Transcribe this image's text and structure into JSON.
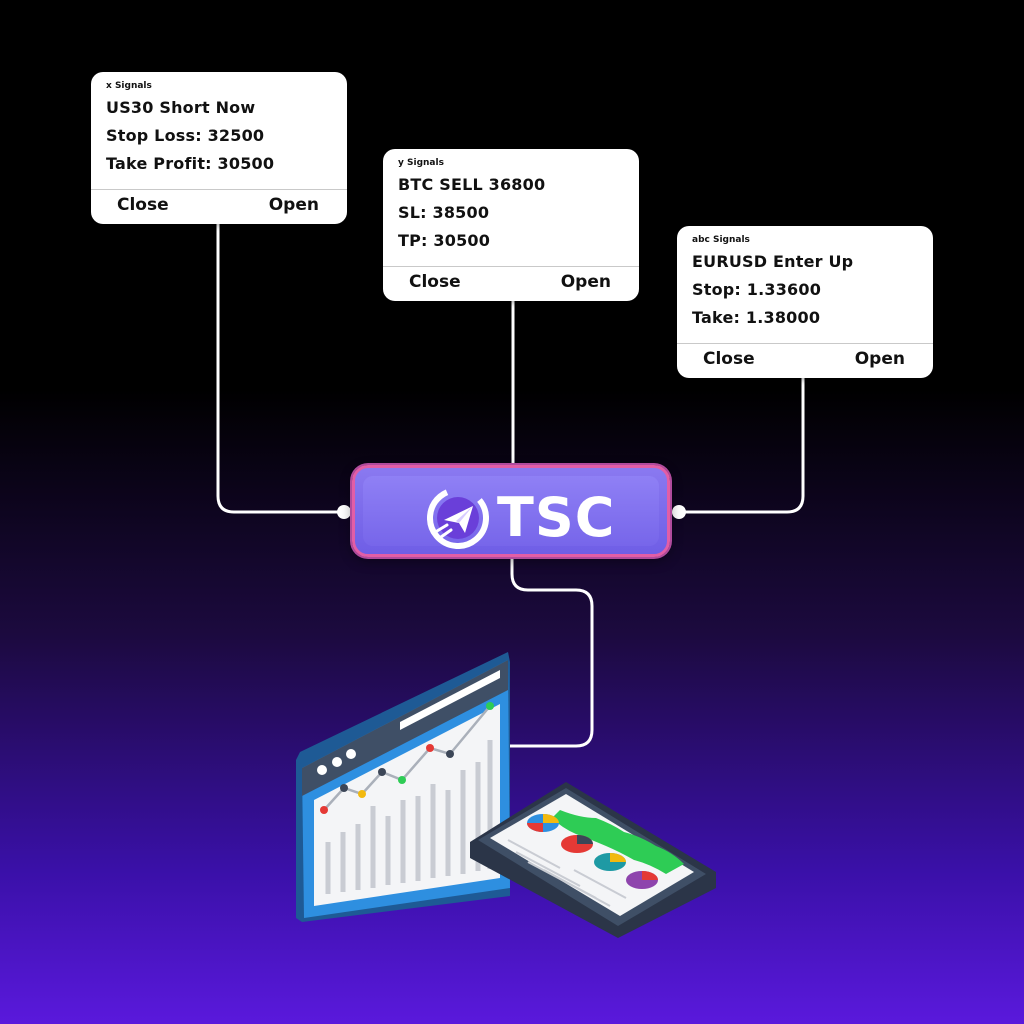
{
  "cards": [
    {
      "source": "x Signals",
      "line1": "US30 Short Now",
      "line2": "Stop Loss: 32500",
      "line3": "Take Profit: 30500",
      "close_label": "Close",
      "open_label": "Open"
    },
    {
      "source": "y Signals",
      "line1": "BTC SELL 36800",
      "line2": "SL: 38500",
      "line3": "TP: 30500",
      "close_label": "Close",
      "open_label": "Open"
    },
    {
      "source": "abc Signals",
      "line1": "EURUSD Enter Up",
      "line2": "Stop: 1.33600",
      "line3": "Take: 1.38000",
      "close_label": "Close",
      "open_label": "Open"
    }
  ],
  "hub": {
    "brand": "TSC",
    "logo_icon": "paper-plane-icon"
  },
  "illustration": {
    "monitor_icon": "line-chart-monitor-icon",
    "tablet_icon": "pie-chart-tablet-icon"
  },
  "colors": {
    "background_top": "#000000",
    "background_bottom": "#5a19dc",
    "hub_fill": "#7766ea",
    "hub_border": "#e25ea6",
    "card_bg": "#ffffff",
    "connector": "#ffffff"
  }
}
